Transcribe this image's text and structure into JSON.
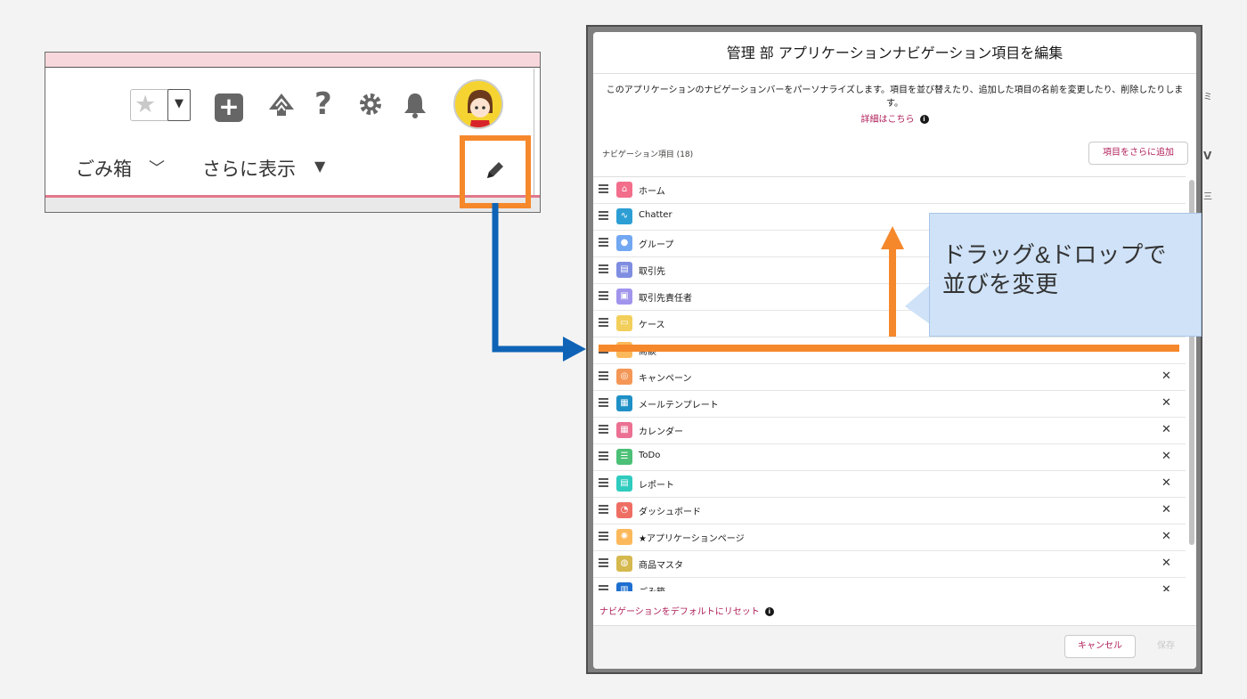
{
  "header": {
    "nav_trash": "ごみ箱",
    "nav_more": "さらに表示"
  },
  "modal": {
    "title": "管理 部 アプリケーションナビゲーション項目を編集",
    "description": "このアプリケーションのナビゲーションバーをパーソナライズします。項目を並び替えたり、追加した項目の名前を変更したり、削除したりします。",
    "learn_more": "詳細はこちら",
    "nav_items_heading": "ナビゲーション項目 (18)",
    "add_more": "項目をさらに追加",
    "items": [
      {
        "label": "ホーム",
        "icon": "home-icon",
        "color": "#f26e8b",
        "removable": false
      },
      {
        "label": "Chatter",
        "icon": "chatter-icon",
        "color": "#2d9ed4",
        "removable": false
      },
      {
        "label": "グループ",
        "icon": "groups-icon",
        "color": "#72a7f2",
        "removable": false
      },
      {
        "label": "取引先",
        "icon": "account-icon",
        "color": "#7f8de1",
        "removable": false
      },
      {
        "label": "取引先責任者",
        "icon": "contact-icon",
        "color": "#a094ed",
        "removable": false
      },
      {
        "label": "ケース",
        "icon": "case-icon",
        "color": "#f2cf5b",
        "removable": false
      },
      {
        "label": "商談",
        "icon": "opportunity-icon",
        "color": "#fcb95b",
        "removable": true
      },
      {
        "label": "キャンペーン",
        "icon": "campaign-icon",
        "color": "#f49756",
        "removable": true
      },
      {
        "label": "メールテンプレート",
        "icon": "email-template-icon",
        "color": "#1e90c6",
        "removable": true
      },
      {
        "label": "カレンダー",
        "icon": "calendar-icon",
        "color": "#eb7092",
        "removable": true
      },
      {
        "label": "ToDo",
        "icon": "todo-icon",
        "color": "#4bc076",
        "removable": true
      },
      {
        "label": "レポート",
        "icon": "report-icon",
        "color": "#2ecbbe",
        "removable": true
      },
      {
        "label": "ダッシュボード",
        "icon": "dashboard-icon",
        "color": "#ef6e64",
        "removable": true
      },
      {
        "label": "★アプリケーションページ",
        "icon": "app-page-icon",
        "color": "#fcb95b",
        "removable": true
      },
      {
        "label": "商品マスタ",
        "icon": "product-icon",
        "color": "#d5b94e",
        "removable": true
      },
      {
        "label": "ごみ箱",
        "icon": "recycle-bin-icon",
        "color": "#1f6fd1",
        "removable": true
      }
    ],
    "reset": "ナビゲーションをデフォルトにリセット",
    "cancel": "キャンセル",
    "save": "保存"
  },
  "annotation": {
    "callout_line1": "ドラッグ&ドロップで",
    "callout_line2": "並びを変更"
  },
  "colors": {
    "accent_orange": "#f6882c",
    "arrow_blue": "#0e63b6",
    "brand_link": "#b0205b",
    "callout_bg": "#cfe2f7"
  }
}
